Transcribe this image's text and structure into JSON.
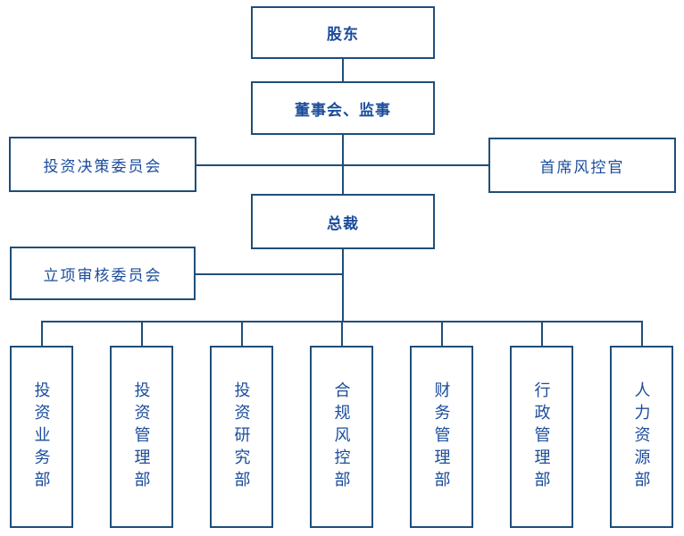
{
  "diagram": {
    "type": "org-chart",
    "colors": {
      "line": "#1f4e79",
      "text": "#1b4c9c",
      "background": "#ffffff"
    },
    "nodes": {
      "shareholders": {
        "label": "股东"
      },
      "board": {
        "label": "董事会、监事"
      },
      "investment_decision_committee": {
        "label": "投资决策委员会"
      },
      "chief_risk_officer": {
        "label": "首席风控官"
      },
      "president": {
        "label": "总裁"
      },
      "project_review_committee": {
        "label": "立项审核委员会"
      },
      "departments": [
        {
          "label": "投资业务部"
        },
        {
          "label": "投资管理部"
        },
        {
          "label": "投资研究部"
        },
        {
          "label": "合规风控部"
        },
        {
          "label": "财务管理部"
        },
        {
          "label": "行政管理部"
        },
        {
          "label": "人力资源部"
        }
      ]
    },
    "edges": [
      {
        "from": "shareholders",
        "to": "board"
      },
      {
        "from": "board",
        "to": "president"
      },
      {
        "from": "investment_decision_committee",
        "to": "board-president-link"
      },
      {
        "from": "chief_risk_officer",
        "to": "board-president-link"
      },
      {
        "from": "project_review_committee",
        "to": "president-departments-link"
      },
      {
        "from": "president",
        "to": "投资业务部"
      },
      {
        "from": "president",
        "to": "投资管理部"
      },
      {
        "from": "president",
        "to": "投资研究部"
      },
      {
        "from": "president",
        "to": "合规风控部"
      },
      {
        "from": "president",
        "to": "财务管理部"
      },
      {
        "from": "president",
        "to": "行政管理部"
      },
      {
        "from": "president",
        "to": "人力资源部"
      }
    ]
  }
}
